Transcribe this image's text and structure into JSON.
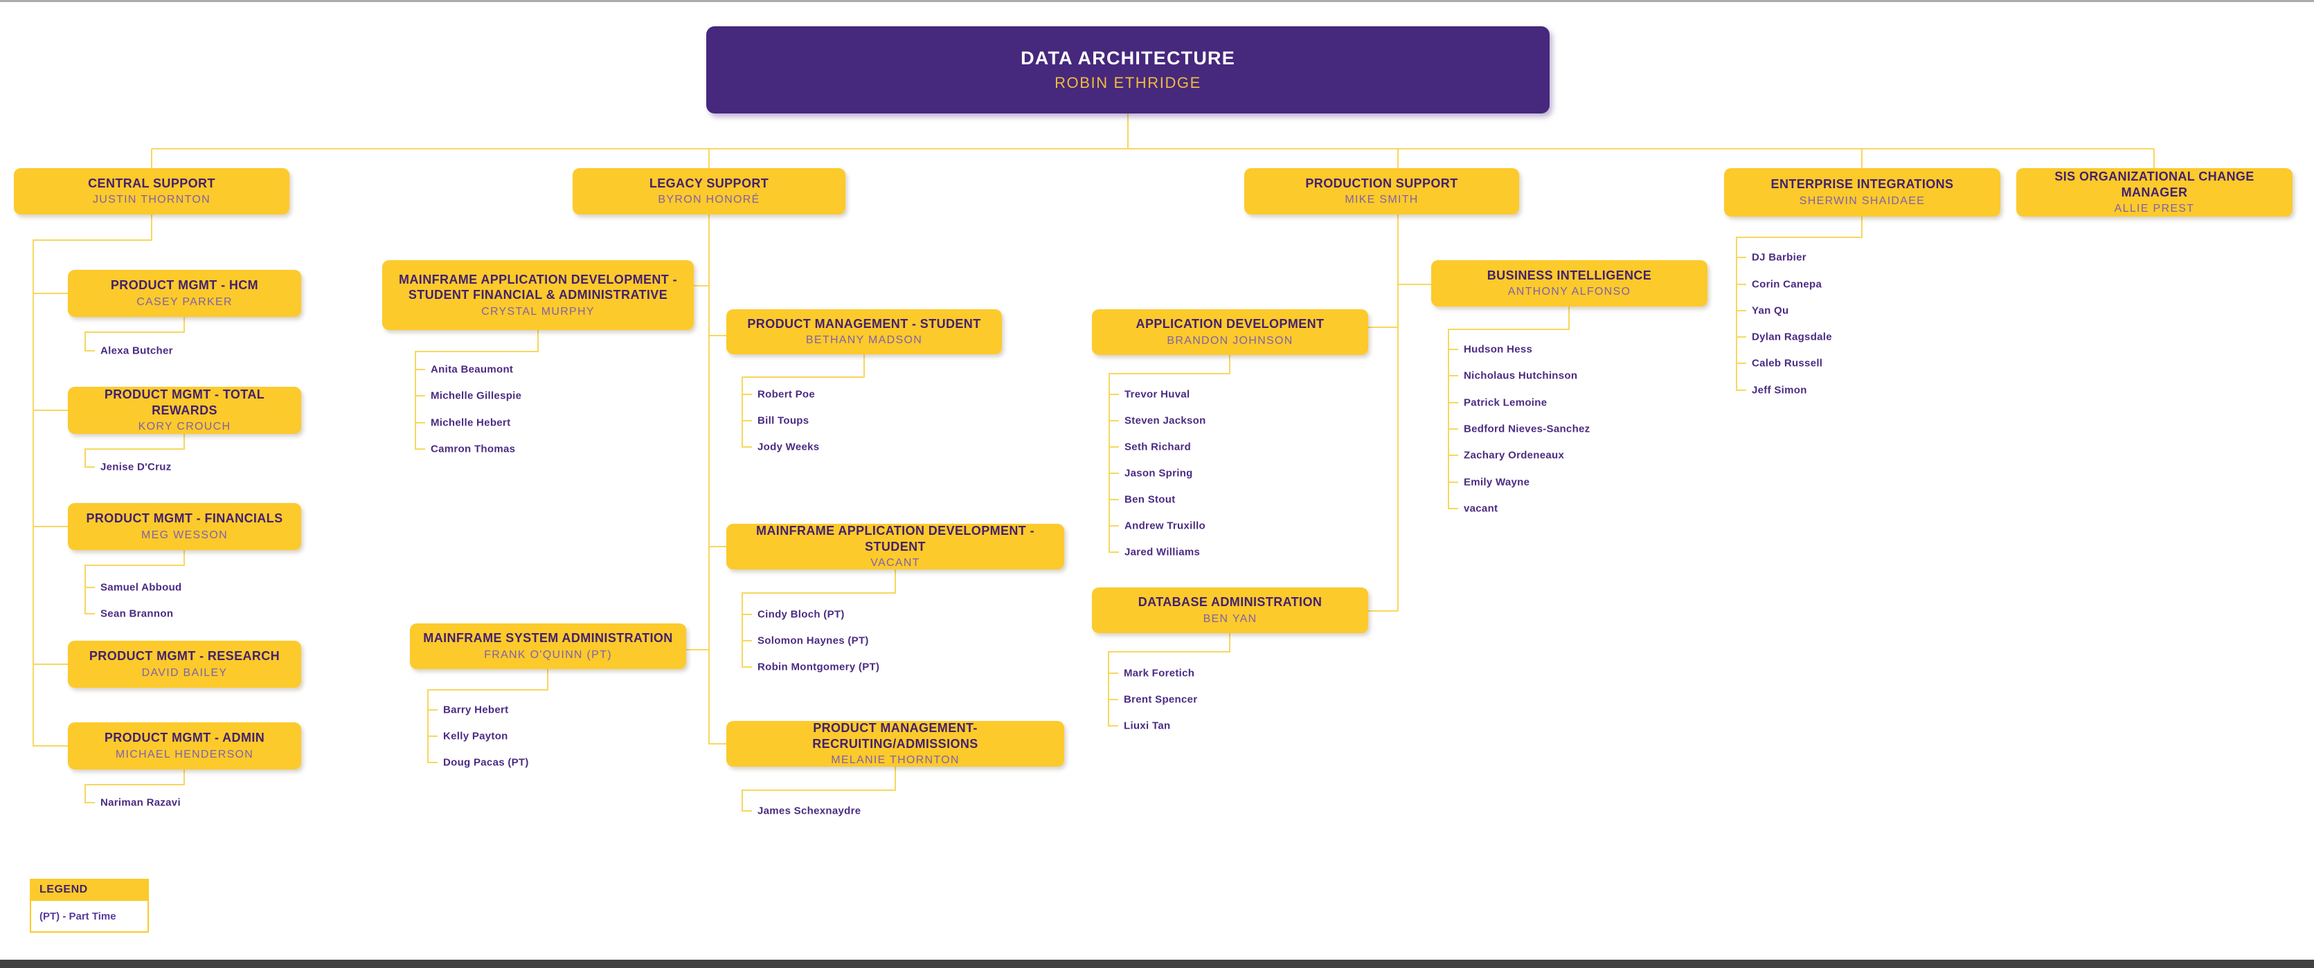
{
  "org": {
    "root": {
      "title": "DATA ARCHITECTURE",
      "name": "ROBIN ETHRIDGE"
    },
    "colors": {
      "header_purple": "#46287d",
      "box_yellow": "#fcca2b",
      "line_yellow": "#f7d75f",
      "title_purple": "#44216e",
      "name_purple": "#8061ab",
      "member_purple": "#4b2b82"
    },
    "branches": [
      {
        "title": "CENTRAL SUPPORT",
        "name": "JUSTIN THORNTON",
        "children": [
          {
            "title": "PRODUCT MGMT - HCM",
            "name": "CASEY PARKER",
            "members": [
              "Alexa Butcher"
            ]
          },
          {
            "title": "PRODUCT MGMT - TOTAL REWARDS",
            "name": "KORY CROUCH",
            "members": [
              "Jenise D'Cruz"
            ]
          },
          {
            "title": "PRODUCT MGMT - FINANCIALS",
            "name": "MEG WESSON",
            "members": [
              "Samuel Abboud",
              "Sean Brannon"
            ]
          },
          {
            "title": "PRODUCT MGMT - RESEARCH",
            "name": "DAVID BAILEY",
            "members": []
          },
          {
            "title": "PRODUCT MGMT - ADMIN",
            "name": "MICHAEL HENDERSON",
            "members": [
              "Nariman Razavi"
            ]
          }
        ]
      },
      {
        "title": "LEGACY SUPPORT",
        "name": "BYRON HONORÉ",
        "children": [
          {
            "title": "MAINFRAME APPLICATION DEVELOPMENT - STUDENT FINANCIAL & ADMINISTRATIVE",
            "name": "CRYSTAL MURPHY",
            "members": [
              "Anita Beaumont",
              "Michelle Gillespie",
              "Michelle Hebert",
              "Camron Thomas"
            ]
          },
          {
            "title": "PRODUCT MANAGEMENT - STUDENT",
            "name": "BETHANY MADSON",
            "members": [
              "Robert Poe",
              "Bill Toups",
              "Jody Weeks"
            ]
          },
          {
            "title": "MAINFRAME SYSTEM ADMINISTRATION",
            "name": "FRANK O'QUINN (PT)",
            "members": [
              "Barry Hebert",
              "Kelly Payton",
              "Doug Pacas (PT)"
            ]
          },
          {
            "title": "MAINFRAME APPLICATION DEVELOPMENT - STUDENT",
            "name": "VACANT",
            "members": [
              "Cindy Bloch (PT)",
              "Solomon Haynes (PT)",
              "Robin Montgomery (PT)"
            ]
          },
          {
            "title": "PRODUCT MANAGEMENT- RECRUITING/ADMISSIONS",
            "name": "MELANIE THORNTON",
            "members": [
              "James Schexnaydre"
            ]
          }
        ]
      },
      {
        "title": "PRODUCTION SUPPORT",
        "name": "MIKE SMITH",
        "children": [
          {
            "title": "APPLICATION DEVELOPMENT",
            "name": "BRANDON JOHNSON",
            "members": [
              "Trevor Huval",
              "Steven Jackson",
              "Seth Richard",
              "Jason Spring",
              "Ben Stout",
              "Andrew Truxillo",
              "Jared Williams"
            ]
          },
          {
            "title": "BUSINESS INTELLIGENCE",
            "name": "ANTHONY ALFONSO",
            "members": [
              "Hudson Hess",
              "Nicholaus Hutchinson",
              "Patrick Lemoine",
              "Bedford Nieves-Sanchez",
              "Zachary Ordeneaux",
              "Emily Wayne",
              "vacant"
            ]
          },
          {
            "title": "DATABASE ADMINISTRATION",
            "name": "BEN YAN",
            "members": [
              "Mark Foretich",
              "Brent Spencer",
              "Liuxi Tan"
            ]
          }
        ]
      },
      {
        "title": "ENTERPRISE INTEGRATIONS",
        "name": "SHERWIN SHAIDAEE",
        "members": [
          "DJ Barbier",
          "Corin Canepa",
          "Yan Qu",
          "Dylan Ragsdale",
          "Caleb Russell",
          "Jeff Simon"
        ]
      },
      {
        "title": "SIS ORGANIZATIONAL CHANGE MANAGER",
        "name": "ALLIE PREST"
      }
    ],
    "legend": {
      "title": "LEGEND",
      "entry": "(PT) - Part Time"
    }
  }
}
